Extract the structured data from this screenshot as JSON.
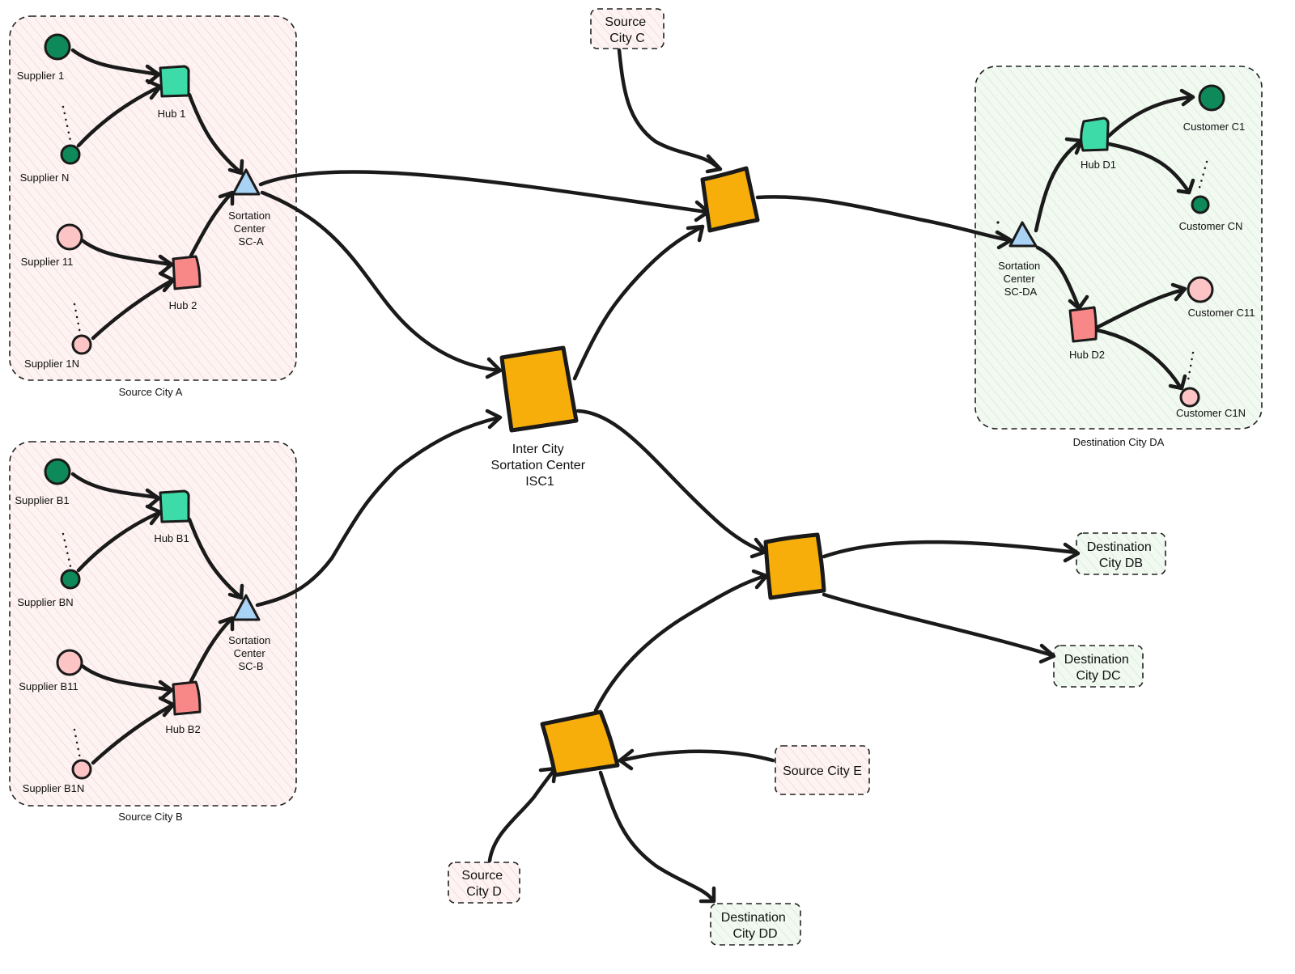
{
  "colors": {
    "supplier_dark": "#0e8a5a",
    "supplier_light": "#fcc4c4",
    "hub_green": "#3ddba7",
    "hub_red": "#f88888",
    "sortation": "#a8d3f5",
    "isc": "#f7ae0a",
    "source_region": "#fdf1f1",
    "dest_region": "#eff8ef",
    "stroke": "#1a1a1a"
  },
  "regions": {
    "city_a": "Source City A",
    "city_b": "Source City B",
    "city_da": "Destination City DA"
  },
  "city_a": {
    "supplier_1": "Supplier 1",
    "supplier_n": "Supplier N",
    "supplier_11": "Supplier 11",
    "supplier_1n": "Supplier 1N",
    "hub_1": "Hub 1",
    "hub_2": "Hub 2",
    "sc": [
      "Sortation",
      "Center",
      "SC-A"
    ]
  },
  "city_b": {
    "supplier_b1": "Supplier B1",
    "supplier_bn": "Supplier BN",
    "supplier_b11": "Supplier B11",
    "supplier_b1n": "Supplier B1N",
    "hub_b1": "Hub B1",
    "hub_b2": "Hub B2",
    "sc": [
      "Sortation",
      "Center",
      "SC-B"
    ]
  },
  "city_da": {
    "customer_c1": "Customer C1",
    "customer_cn": "Customer CN",
    "customer_c11": "Customer C11",
    "customer_c1n": "Customer C1N",
    "hub_d1": "Hub D1",
    "hub_d2": "Hub D2",
    "sc": [
      "Sortation",
      "Center",
      "SC-DA"
    ]
  },
  "isc1": [
    "Inter City",
    "Sortation Center",
    "ISC1"
  ],
  "boxes": {
    "source_c": [
      "Source",
      "City C"
    ],
    "source_d": [
      "Source",
      "City D"
    ],
    "source_e": "Source City E",
    "dest_db": [
      "Destination",
      "City DB"
    ],
    "dest_dc": [
      "Destination",
      "City DC"
    ],
    "dest_dd": [
      "Destination",
      "City DD"
    ]
  }
}
